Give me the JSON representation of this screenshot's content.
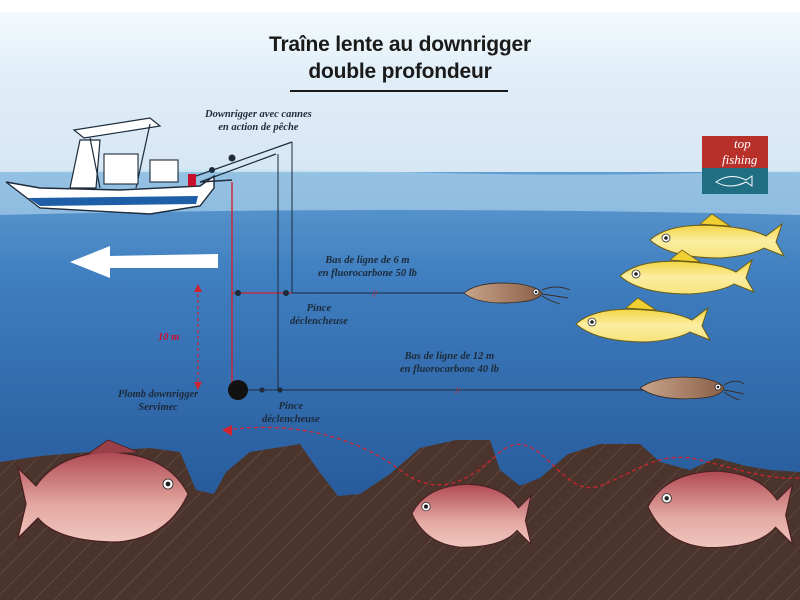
{
  "title": {
    "line1": "Traîne lente au downrigger",
    "line2": "double profondeur"
  },
  "labels": {
    "downrigger": "Downrigger avec cannes\nen action de pêche",
    "bas_ligne_1": "Bas de ligne de 6 m\nen fluorocarbone 50 lb",
    "bas_ligne_2": "Bas de ligne de 12 m\nen fluorocarbone 40 lb",
    "pince_1": "Pince\ndéclencheuse",
    "pince_2": "Pince\ndéclencheuse",
    "depth": "10 m",
    "plomb": "Plomb downrigger\nServimec"
  },
  "logo": {
    "line1": "top",
    "line2": "fishing"
  },
  "colors": {
    "sea_top": "#a9d5ee",
    "sea_bottom": "#1f4f8f",
    "seabed": "#4a342c",
    "line_red": "#d0232f",
    "logo_red": "#b7302a",
    "logo_teal": "#1f6e82"
  }
}
